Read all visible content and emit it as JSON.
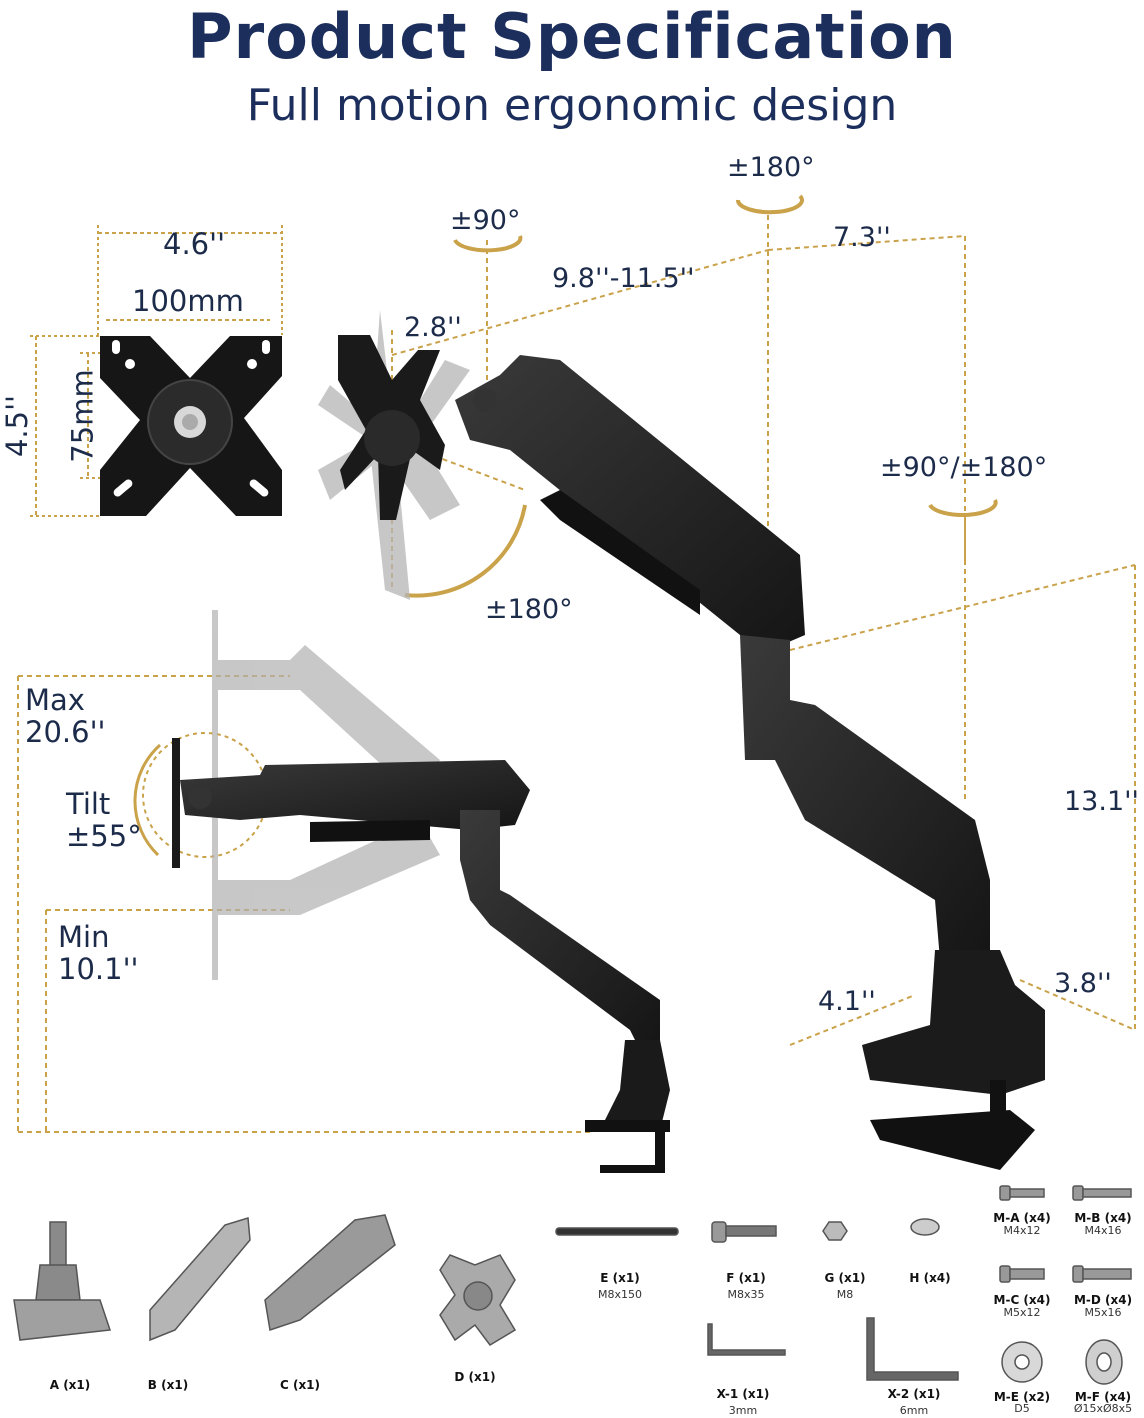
{
  "header": {
    "title": "Product Specification",
    "subtitle": "Full motion ergonomic design"
  },
  "vesa_plate": {
    "outer_width": "4.6''",
    "hole_width": "100mm",
    "outer_height": "4.5''",
    "hole_height": "75mm"
  },
  "arm_dimensions": {
    "swivel_head": "±90°",
    "swivel_elbow": "±180°",
    "swivel_base": "±90°/±180°",
    "rotation": "±180°",
    "head_offset": "2.8''",
    "forearm_reach": "9.8''-11.5''",
    "upper_arm_reach": "7.3''",
    "pole_height": "13.1''",
    "base_width": "4.1''",
    "base_depth": "3.8''"
  },
  "height_range": {
    "max_label": "Max",
    "max_value": "20.6''",
    "min_label": "Min",
    "min_value": "10.1''",
    "tilt_label": "Tilt",
    "tilt_value": "±55°"
  },
  "parts": [
    {
      "label": "A (x1)",
      "spec": ""
    },
    {
      "label": "B (x1)",
      "spec": ""
    },
    {
      "label": "C (x1)",
      "spec": ""
    },
    {
      "label": "D (x1)",
      "spec": ""
    },
    {
      "label": "E (x1)",
      "spec": "M8x150"
    },
    {
      "label": "F (x1)",
      "spec": "M8x35"
    },
    {
      "label": "G (x1)",
      "spec": "M8"
    },
    {
      "label": "H (x4)",
      "spec": ""
    },
    {
      "label": "M-A (x4)",
      "spec": "M4x12"
    },
    {
      "label": "M-B (x4)",
      "spec": "M4x16"
    },
    {
      "label": "M-C (x4)",
      "spec": "M5x12"
    },
    {
      "label": "M-D (x4)",
      "spec": "M5x16"
    },
    {
      "label": "X-1 (x1)",
      "spec": "3mm"
    },
    {
      "label": "X-2 (x1)",
      "spec": "6mm"
    },
    {
      "label": "M-E (x2)",
      "spec": "D5"
    },
    {
      "label": "M-F (x4)",
      "spec": "Ø15xØ8x5"
    }
  ],
  "colors": {
    "title": "#1c2e5c",
    "text": "#1c2b4a",
    "dimension_line": "#c9a24a",
    "product": "#2a2a2a",
    "ghost": "#9a9a9a"
  }
}
